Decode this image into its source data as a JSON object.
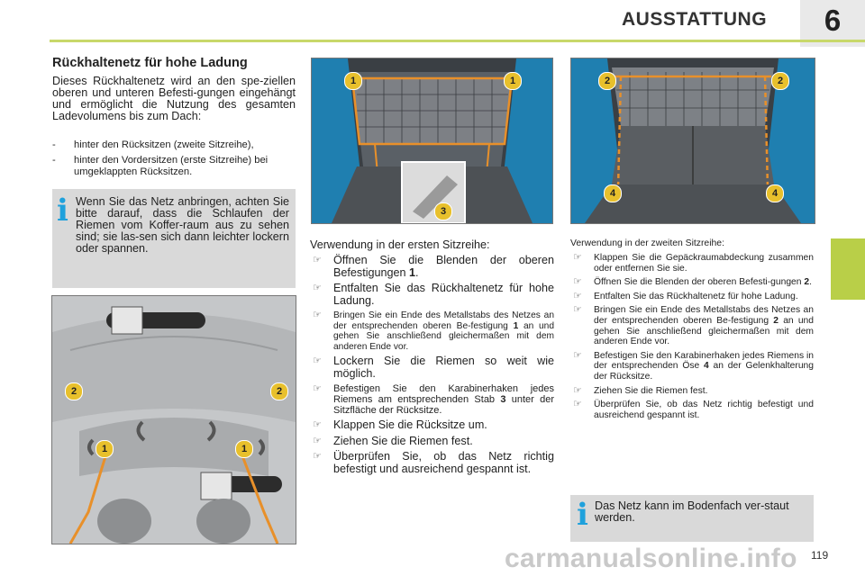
{
  "header": {
    "title": "AUSSTATTUNG",
    "chapter": "6"
  },
  "section": {
    "title": "Rückhaltenetz für hohe Ladung",
    "intro": "Dieses Rückhaltenetz wird an den spe-ziellen oberen und unteren Befesti-gungen eingehängt und ermöglicht die Nutzung des gesamten Ladevolumens bis zum Dach:",
    "bullets": [
      "hinter den Rücksitzen (zweite Sitzreihe),",
      "hinter den Vordersitzen (erste Sitzreihe) bei umgeklappten Rücksitzen."
    ],
    "bullet_marker": "-"
  },
  "info_note_1": {
    "icon": "info-icon",
    "text": "Wenn Sie das Netz anbringen, achten Sie bitte darauf, dass die Schlaufen der Riemen vom Koffer-raum aus zu sehen sind; sie las-sen sich dann leichter lockern oder spannen."
  },
  "info_note_2": {
    "icon": "info-icon",
    "text": "Das Netz kann im Bodenfach ver-staut werden."
  },
  "first_row": {
    "heading": "Verwendung in der ersten Sitzreihe:",
    "steps": [
      {
        "pre": "Öffnen Sie die Blenden der oberen Befestigungen ",
        "bold": "1",
        "post": "."
      },
      {
        "pre": "Entfalten Sie das Rückhaltenetz für hohe Ladung.",
        "bold": "",
        "post": ""
      },
      {
        "pre": "Bringen Sie ein Ende des Metallstabs des Netzes an der entsprechenden oberen Be-festigung ",
        "bold": "1",
        "post": " an und gehen Sie anschließend gleichermaßen mit dem anderen Ende vor."
      },
      {
        "pre": "Lockern Sie die Riemen so weit wie möglich.",
        "bold": "",
        "post": ""
      },
      {
        "pre": "Befestigen Sie den Karabinerhaken jedes Riemens am entsprechenden Stab ",
        "bold": "3",
        "post": " unter der Sitzfläche der Rücksitze."
      },
      {
        "pre": "Klappen Sie die Rücksitze um.",
        "bold": "",
        "post": ""
      },
      {
        "pre": "Ziehen Sie die Riemen fest.",
        "bold": "",
        "post": ""
      },
      {
        "pre": "Überprüfen Sie, ob das Netz richtig befestigt und ausreichend gespannt ist.",
        "bold": "",
        "post": ""
      }
    ]
  },
  "second_row": {
    "heading": "Verwendung in der zweiten Sitzreihe:",
    "steps": [
      {
        "pre": "Klappen Sie die Gepäckraumabdeckung zusammen oder entfernen Sie sie.",
        "bold": "",
        "post": ""
      },
      {
        "pre": "Öffnen Sie die Blenden der oberen Befesti-gungen ",
        "bold": "2",
        "post": "."
      },
      {
        "pre": "Entfalten Sie das Rückhaltenetz für hohe Ladung.",
        "bold": "",
        "post": ""
      },
      {
        "pre": "Bringen Sie ein Ende des Metallstabs des Netzes an der entsprechenden oberen Be-festigung ",
        "bold": "2",
        "post": " an und gehen Sie anschließend gleichermaßen mit dem anderen Ende vor."
      },
      {
        "pre": "Befestigen Sie den Karabinerhaken jedes Riemens in der entsprechenden Öse ",
        "bold": "4",
        "post": " an der Gelenkhalterung der Rücksitze."
      },
      {
        "pre": "Ziehen Sie die Riemen fest.",
        "bold": "",
        "post": ""
      },
      {
        "pre": "Überprüfen Sie, ob das Netz richtig befestigt und ausreichend gespannt ist.",
        "bold": "",
        "post": ""
      }
    ]
  },
  "step_marker_icon": "pointing-hand-icon",
  "callouts": {
    "roof": [
      "2",
      "2",
      "1",
      "1"
    ],
    "car1": [
      "1",
      "1",
      "3"
    ],
    "car2": [
      "2",
      "2",
      "4",
      "4"
    ]
  },
  "page_number": "119",
  "watermark": "carmanualsonline.info",
  "colors": {
    "accent_line": "#c8d86a",
    "side_tab": "#b9cf48",
    "info_icon": "#1fa1dc",
    "note_bg": "#d9d9d9",
    "badge": "#e8c02c"
  }
}
